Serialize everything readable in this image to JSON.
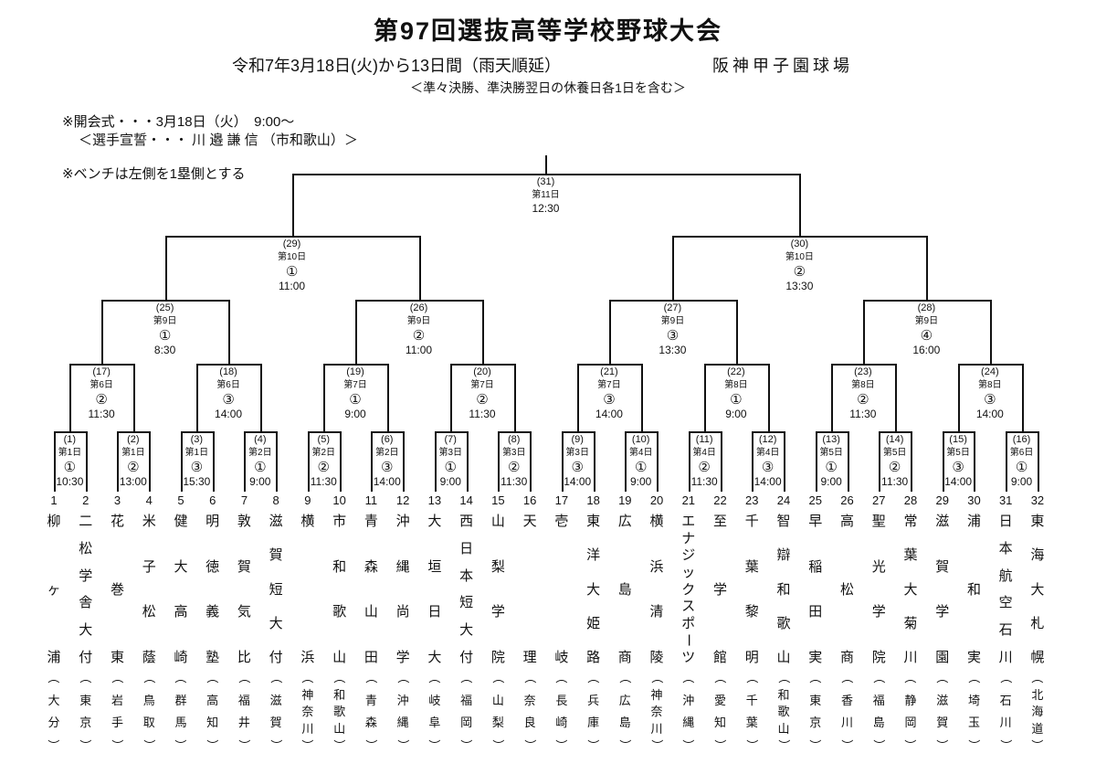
{
  "header": {
    "title": "第97回選抜高等学校野球大会",
    "date_line": "令和7年3月18日(火)から13日間（雨天順延）",
    "venue": "阪神甲子園球場",
    "rest_note": "＜準々決勝、準決勝翌日の休養日各1日を含む＞"
  },
  "notes": {
    "opening": "※開会式・・・3月18日（火）　9:00～",
    "oath": "＜選手宣誓・・・ 川 邉 謙 信 （市和歌山）＞",
    "bench": "※ベンチは左側を1塁側とする"
  },
  "bracket": {
    "games": [
      {
        "no": 1,
        "day": "第1日",
        "seq": "①",
        "time": "10:30"
      },
      {
        "no": 2,
        "day": "第1日",
        "seq": "②",
        "time": "13:00"
      },
      {
        "no": 3,
        "day": "第1日",
        "seq": "③",
        "time": "15:30"
      },
      {
        "no": 4,
        "day": "第2日",
        "seq": "①",
        "time": "9:00"
      },
      {
        "no": 5,
        "day": "第2日",
        "seq": "②",
        "time": "11:30"
      },
      {
        "no": 6,
        "day": "第2日",
        "seq": "③",
        "time": "14:00"
      },
      {
        "no": 7,
        "day": "第3日",
        "seq": "①",
        "time": "9:00"
      },
      {
        "no": 8,
        "day": "第3日",
        "seq": "②",
        "time": "11:30"
      },
      {
        "no": 9,
        "day": "第3日",
        "seq": "③",
        "time": "14:00"
      },
      {
        "no": 10,
        "day": "第4日",
        "seq": "①",
        "time": "9:00"
      },
      {
        "no": 11,
        "day": "第4日",
        "seq": "②",
        "time": "11:30"
      },
      {
        "no": 12,
        "day": "第4日",
        "seq": "③",
        "time": "14:00"
      },
      {
        "no": 13,
        "day": "第5日",
        "seq": "①",
        "time": "9:00"
      },
      {
        "no": 14,
        "day": "第5日",
        "seq": "②",
        "time": "11:30"
      },
      {
        "no": 15,
        "day": "第5日",
        "seq": "③",
        "time": "14:00"
      },
      {
        "no": 16,
        "day": "第6日",
        "seq": "①",
        "time": "9:00"
      },
      {
        "no": 17,
        "day": "第6日",
        "seq": "②",
        "time": "11:30"
      },
      {
        "no": 18,
        "day": "第6日",
        "seq": "③",
        "time": "14:00"
      },
      {
        "no": 19,
        "day": "第7日",
        "seq": "①",
        "time": "9:00"
      },
      {
        "no": 20,
        "day": "第7日",
        "seq": "②",
        "time": "11:30"
      },
      {
        "no": 21,
        "day": "第7日",
        "seq": "③",
        "time": "14:00"
      },
      {
        "no": 22,
        "day": "第8日",
        "seq": "①",
        "time": "9:00"
      },
      {
        "no": 23,
        "day": "第8日",
        "seq": "②",
        "time": "11:30"
      },
      {
        "no": 24,
        "day": "第8日",
        "seq": "③",
        "time": "14:00"
      },
      {
        "no": 25,
        "day": "第9日",
        "seq": "①",
        "time": "8:30"
      },
      {
        "no": 26,
        "day": "第9日",
        "seq": "②",
        "time": "11:00"
      },
      {
        "no": 27,
        "day": "第9日",
        "seq": "③",
        "time": "13:30"
      },
      {
        "no": 28,
        "day": "第9日",
        "seq": "④",
        "time": "16:00"
      },
      {
        "no": 29,
        "day": "第10日",
        "seq": "①",
        "time": "11:00"
      },
      {
        "no": 30,
        "day": "第10日",
        "seq": "②",
        "time": "13:30"
      },
      {
        "no": 31,
        "day": "第11日",
        "seq": "",
        "time": "12:30"
      }
    ],
    "teams": [
      {
        "no": 1,
        "name": "柳ヶ浦",
        "pref": "大分"
      },
      {
        "no": 2,
        "name": "二松学舎大付",
        "pref": "東京"
      },
      {
        "no": 3,
        "name": "花巻東",
        "pref": "岩手"
      },
      {
        "no": 4,
        "name": "米子松蔭",
        "pref": "鳥取"
      },
      {
        "no": 5,
        "name": "健大高崎",
        "pref": "群馬"
      },
      {
        "no": 6,
        "name": "明徳義塾",
        "pref": "高知"
      },
      {
        "no": 7,
        "name": "敦賀気比",
        "pref": "福井"
      },
      {
        "no": 8,
        "name": "滋賀短大付",
        "pref": "滋賀"
      },
      {
        "no": 9,
        "name": "横浜",
        "pref": "神奈川"
      },
      {
        "no": 10,
        "name": "市和歌山",
        "pref": "和歌山"
      },
      {
        "no": 11,
        "name": "青森山田",
        "pref": "青森"
      },
      {
        "no": 12,
        "name": "沖縄尚学",
        "pref": "沖縄"
      },
      {
        "no": 13,
        "name": "大垣日大",
        "pref": "岐阜"
      },
      {
        "no": 14,
        "name": "西日本短大付",
        "pref": "福岡"
      },
      {
        "no": 15,
        "name": "山梨学院",
        "pref": "山梨"
      },
      {
        "no": 16,
        "name": "天理",
        "pref": "奈良"
      },
      {
        "no": 17,
        "name": "壱岐",
        "pref": "長崎"
      },
      {
        "no": 18,
        "name": "東洋大姫路",
        "pref": "兵庫"
      },
      {
        "no": 19,
        "name": "広島商",
        "pref": "広島"
      },
      {
        "no": 20,
        "name": "横浜清陵",
        "pref": "神奈川"
      },
      {
        "no": 21,
        "name": "エナジックスポーツ",
        "pref": "沖縄"
      },
      {
        "no": 22,
        "name": "至学館",
        "pref": "愛知"
      },
      {
        "no": 23,
        "name": "千葉黎明",
        "pref": "千葉"
      },
      {
        "no": 24,
        "name": "智辯和歌山",
        "pref": "和歌山"
      },
      {
        "no": 25,
        "name": "早稲田実",
        "pref": "東京"
      },
      {
        "no": 26,
        "name": "高松商",
        "pref": "香川"
      },
      {
        "no": 27,
        "name": "聖光学院",
        "pref": "福島"
      },
      {
        "no": 28,
        "name": "常葉大菊川",
        "pref": "静岡"
      },
      {
        "no": 29,
        "name": "滋賀学園",
        "pref": "滋賀"
      },
      {
        "no": 30,
        "name": "浦和実",
        "pref": "埼玉"
      },
      {
        "no": 31,
        "name": "日本航空石川",
        "pref": "石川"
      },
      {
        "no": 32,
        "name": "東海大札幌",
        "pref": "北海道"
      }
    ]
  }
}
